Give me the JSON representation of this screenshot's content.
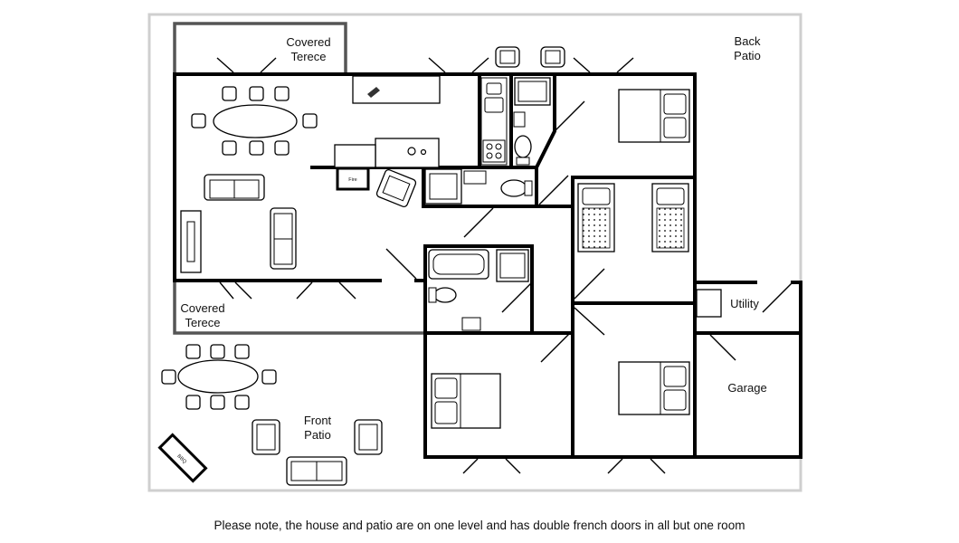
{
  "labels": {
    "covered_terrace_top_line1": "Covered",
    "covered_terrace_top_line2": "Terece",
    "back_patio_line1": "Back",
    "back_patio_line2": "Patio",
    "covered_terrace_left_line1": "Covered",
    "covered_terrace_left_line2": "Terece",
    "utility": "Utility",
    "garage": "Garage",
    "front_patio_line1": "Front",
    "front_patio_line2": "Patio",
    "fire": "Fire",
    "bbq": "BBQ"
  },
  "caption": "Please note, the house and patio are on one level and has double french doors in all but one room"
}
